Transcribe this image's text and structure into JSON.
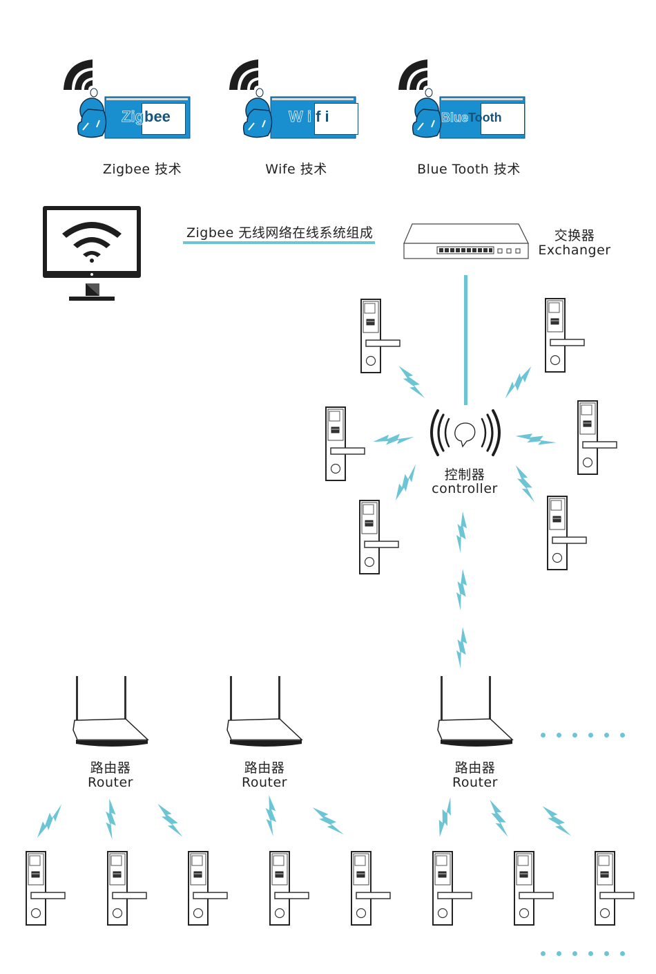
{
  "technologies": [
    {
      "logo_text_a": "Zig",
      "logo_text_b": "bee",
      "caption": "Zigbee 技术"
    },
    {
      "logo_text_a": "W i ",
      "logo_text_b": "f i",
      "caption": "Wife 技术"
    },
    {
      "logo_text_a": "Blue",
      "logo_text_b": "Tooth",
      "caption": "Blue Tooth 技术"
    }
  ],
  "diagram_title": "Zigbee 无线网络在线系统组成",
  "switch": {
    "label_cn": "交换器",
    "label_en": "Exchanger"
  },
  "controller": {
    "label_cn": "控制器",
    "label_en": "controller"
  },
  "routers": [
    {
      "label_cn": "路由器",
      "label_en": "Router"
    },
    {
      "label_cn": "路由器",
      "label_en": "Router"
    },
    {
      "label_cn": "路由器",
      "label_en": "Router"
    }
  ],
  "colors": {
    "accent": "#6cc5d4",
    "logo_blue": "#1a8fd0",
    "dark": "#1e1e1e"
  }
}
